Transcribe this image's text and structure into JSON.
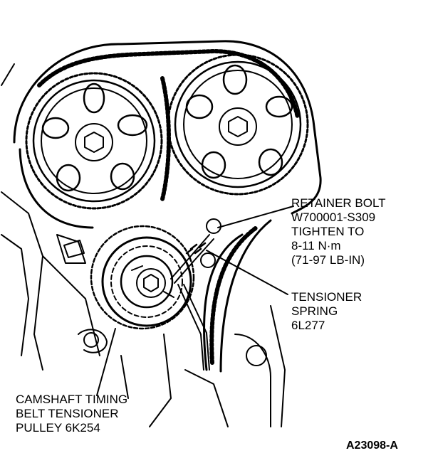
{
  "callouts": {
    "retainer_bolt": [
      "RETAINER BOLT",
      "W700001-S309",
      "TIGHTEN TO",
      "8-11 N·m",
      "(71-97 LB-IN)"
    ],
    "tensioner_spring": [
      "TENSIONER",
      "SPRING",
      "6L277"
    ],
    "tensioner_pulley": [
      "CAMSHAFT TIMING",
      "BELT TENSIONER",
      "PULLEY 6K254"
    ]
  },
  "figure_id": "A23098-A",
  "colors": {
    "ink": "#000000",
    "paper": "#ffffff"
  }
}
